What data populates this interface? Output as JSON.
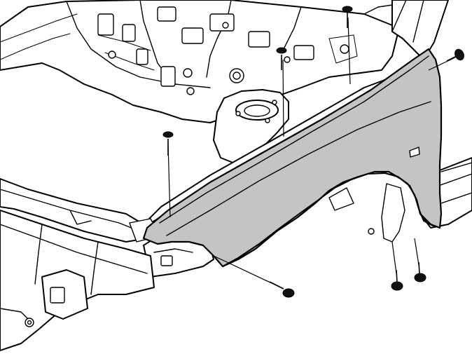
{
  "figure": {
    "parts": [
      {
        "id": "front-fender",
        "shading": "#c4c4c4"
      },
      {
        "id": "inner-fender-apron"
      },
      {
        "id": "bulkhead-firewall"
      },
      {
        "id": "front-cross-member"
      },
      {
        "id": "suspension-strut-tower"
      },
      {
        "id": "a-pillar"
      },
      {
        "id": "door-sill"
      }
    ],
    "fastener_count": 7
  }
}
